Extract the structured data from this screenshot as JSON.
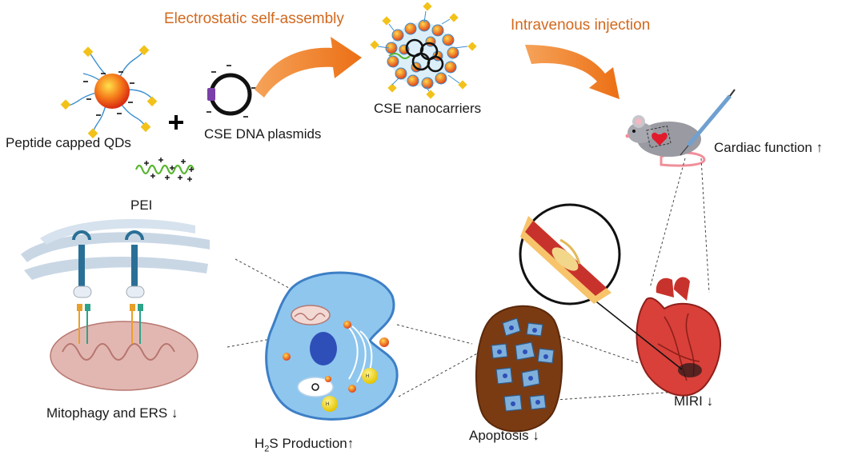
{
  "steps": {
    "self_assembly": "Electrostatic self-assembly",
    "injection": "Intravenous injection"
  },
  "components": {
    "qds": "Peptide capped QDs",
    "plasmids": "CSE DNA plasmids",
    "pei": "PEI",
    "nanocarriers": "CSE nanocarriers",
    "plus": "+"
  },
  "outcomes": {
    "cardiac": "Cardiac function ↑",
    "mitophagy": "Mitophagy and ERS ↓",
    "h2s_prefix": "H",
    "h2s_sub": "2",
    "h2s_suffix": "S Production↑",
    "apoptosis": "Apoptosis ↓",
    "miri": "MIRI ↓"
  },
  "mol_label": {
    "h": "H",
    "sub": "2",
    "s": "S"
  },
  "colors": {
    "arrow": "#ef7d22",
    "title_text": "#d2691e",
    "cell": "#8ec6ee",
    "cell_border": "#3d7fc6",
    "tissue": "#7a3b13",
    "heart": "#d9403a",
    "mito": "#e3b7b1",
    "er": "#c9d7e5"
  }
}
